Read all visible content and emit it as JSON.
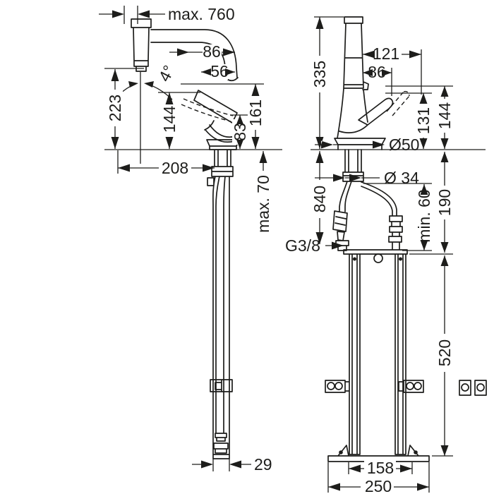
{
  "colors": {
    "line": "#1d1d1b",
    "background": "#ffffff"
  },
  "front_view": {
    "dims": {
      "pullout_length": "max. 760",
      "spray_angle": "4°",
      "upper_offset": "86",
      "lower_offset": "56",
      "spray_height": "223",
      "lever_height": "144",
      "spout_height": "161",
      "body_height": "83",
      "spout_reach": "208",
      "deck_thickness": "max. 70",
      "tube_width": "29"
    }
  },
  "side_view": {
    "dims": {
      "total_height": "335",
      "handle_reach_max": "121",
      "handle_reach": "86",
      "handle_top_height": "131",
      "spout_top_height": "144",
      "base_diameter": "Ø50",
      "shank_diameter": "Ø 34",
      "hose_drop": "840",
      "hose_clearance": "min. 60",
      "box_top_offset": "190",
      "box_height": "520",
      "rail_spacing": "158",
      "base_plate_width": "250",
      "connection_thread": "G3/8"
    }
  }
}
